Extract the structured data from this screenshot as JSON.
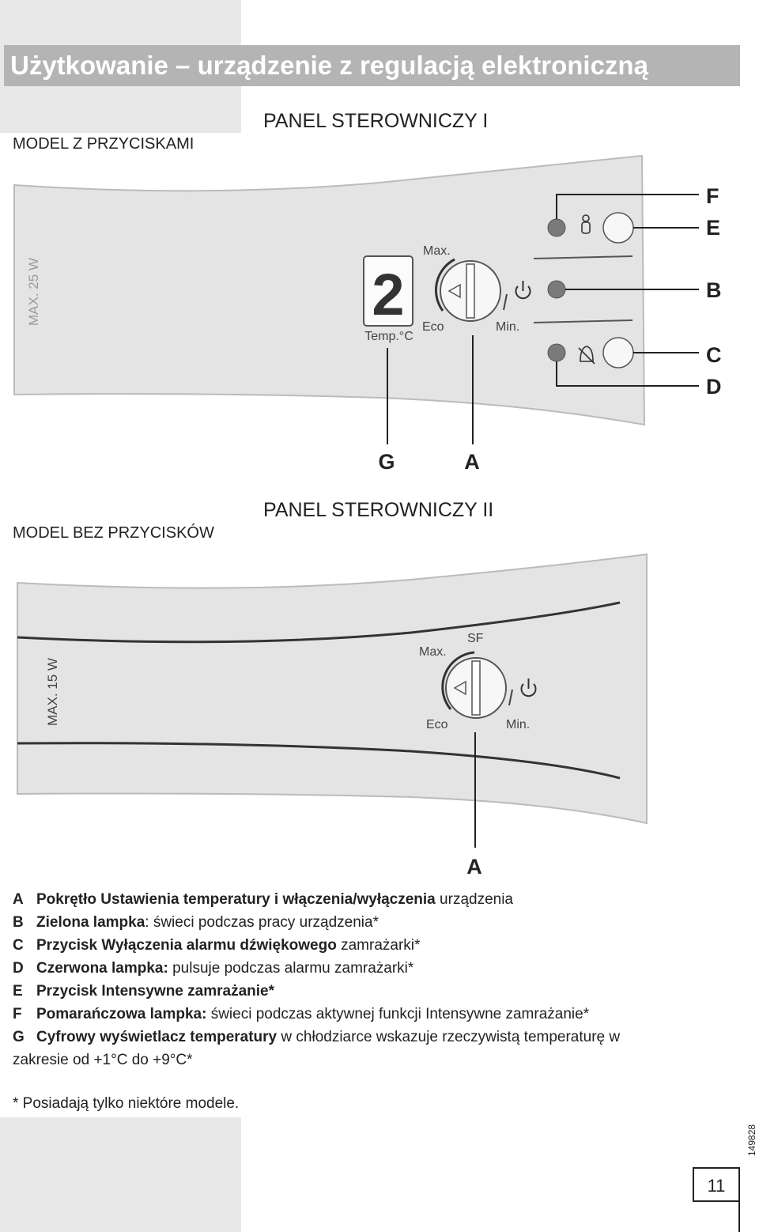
{
  "page": {
    "title": "Użytkowanie – urządzenie z regulacją elektroniczną",
    "page_number": "11",
    "doc_id": "149828"
  },
  "panel1": {
    "model_label": "MODEL Z PRZYCISKAMI",
    "heading": "PANEL  STEROWNICZY  I",
    "bulb_label": "MAX. 25 W",
    "display_digit": "2",
    "temp_label": "Temp.°C",
    "knob_max": "Max.",
    "knob_eco": "Eco",
    "knob_min": "Min.",
    "callouts": {
      "F": "F",
      "E": "E",
      "B": "B",
      "C": "C",
      "D": "D",
      "G": "G",
      "A": "A"
    },
    "colors": {
      "panel": "#e4e4e4",
      "lamp": "#7a7a7a"
    }
  },
  "panel2": {
    "model_label": "MODEL BEZ PRZYCISKÓW",
    "heading": "PANEL  STEROWNICZY  II",
    "bulb_label": "MAX. 15 W",
    "knob_max": "Max.",
    "knob_sf": "SF",
    "knob_eco": "Eco",
    "knob_min": "Min.",
    "callout_a": "A"
  },
  "legend": [
    {
      "key": "A",
      "title": "Pokrętło Ustawienia temperatury i włączenia/wyłączenia",
      "text": " urządzenia"
    },
    {
      "key": "B",
      "title": "Zielona lampka",
      "text": ": świeci podczas pracy urządzenia*"
    },
    {
      "key": "C",
      "title": "Przycisk Wyłączenia alarmu dźwiękowego",
      "text": " zamrażarki*"
    },
    {
      "key": "D",
      "title": "Czerwona lampka:",
      "text": " pulsuje podczas alarmu zamrażarki*"
    },
    {
      "key": "E",
      "title": "Przycisk  Intensywne zamrażanie*",
      "text": ""
    },
    {
      "key": "F",
      "title": "Pomarańczowa lampka:",
      "text": " świeci podczas aktywnej funkcji Intensywne zamrażanie*"
    },
    {
      "key": "G",
      "title": "Cyfrowy wyświetlacz temperatury",
      "text": " w chłodziarce wskazuje rzeczywistą temperaturę w"
    }
  ],
  "legend_continuation": "zakresie od +1°C do +9°C*",
  "footnote": "* Posiadają tylko niektóre modele.",
  "icons": [
    "light-bulb-icon",
    "seven-segment-display",
    "power-icon",
    "snowman-icon",
    "bell-off-icon",
    "dial-knob"
  ]
}
